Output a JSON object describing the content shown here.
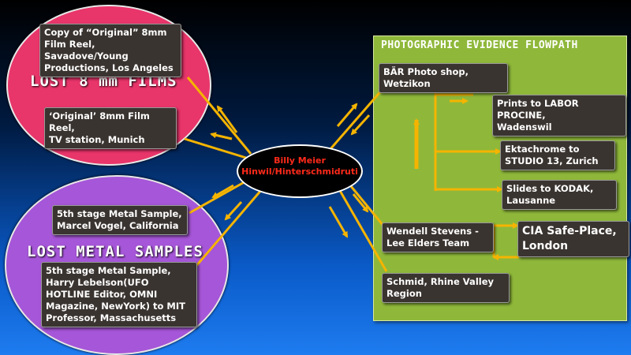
{
  "lost_films": {
    "title": "LOST 8 mm FILMS",
    "items": [
      "Copy of “Original” 8mm\nFilm Reel, Savadove/Young\nProductions, Los Angeles",
      "‘Original’ 8mm Film Reel,\nTV station, Munich"
    ]
  },
  "lost_metal": {
    "title": "LOST METAL SAMPLES",
    "items": [
      "5th stage Metal Sample,\nMarcel Vogel, California",
      "5th stage Metal Sample,\nHarry Lebelson(UFO\nHOTLINE Editor, OMNI\nMagazine, NewYork) to MIT\nProfessor, Massachusetts"
    ]
  },
  "center": {
    "line1": "Billy Meier",
    "line2": "Hinwil/Hinterschmidruti"
  },
  "flowpath": {
    "title": "PHOTOGRAPHIC EVIDENCE FLOWPATH",
    "photo_shop": "BÄR Photo shop, Wetzikon",
    "labor": "Prints to LABOR PROCINE,\nWadenswil",
    "studio": "Ektachrome to\nSTUDIO 13, Zurich",
    "kodak": "Slides to KODAK,\nLausanne",
    "stevens": "Wendell Stevens -\nLee Elders Team",
    "cia": "CIA Safe-Place,\nLondon",
    "schmid": "Schmid, Rhine Valley\nRegion"
  },
  "colors": {
    "arrow": "#f5b400",
    "films_bg": "#e8356a",
    "metal_bg": "#a656d8",
    "panel_bg": "#8fb83a",
    "box_bg": "#3a3430",
    "center_text": "#ff2a1a"
  }
}
